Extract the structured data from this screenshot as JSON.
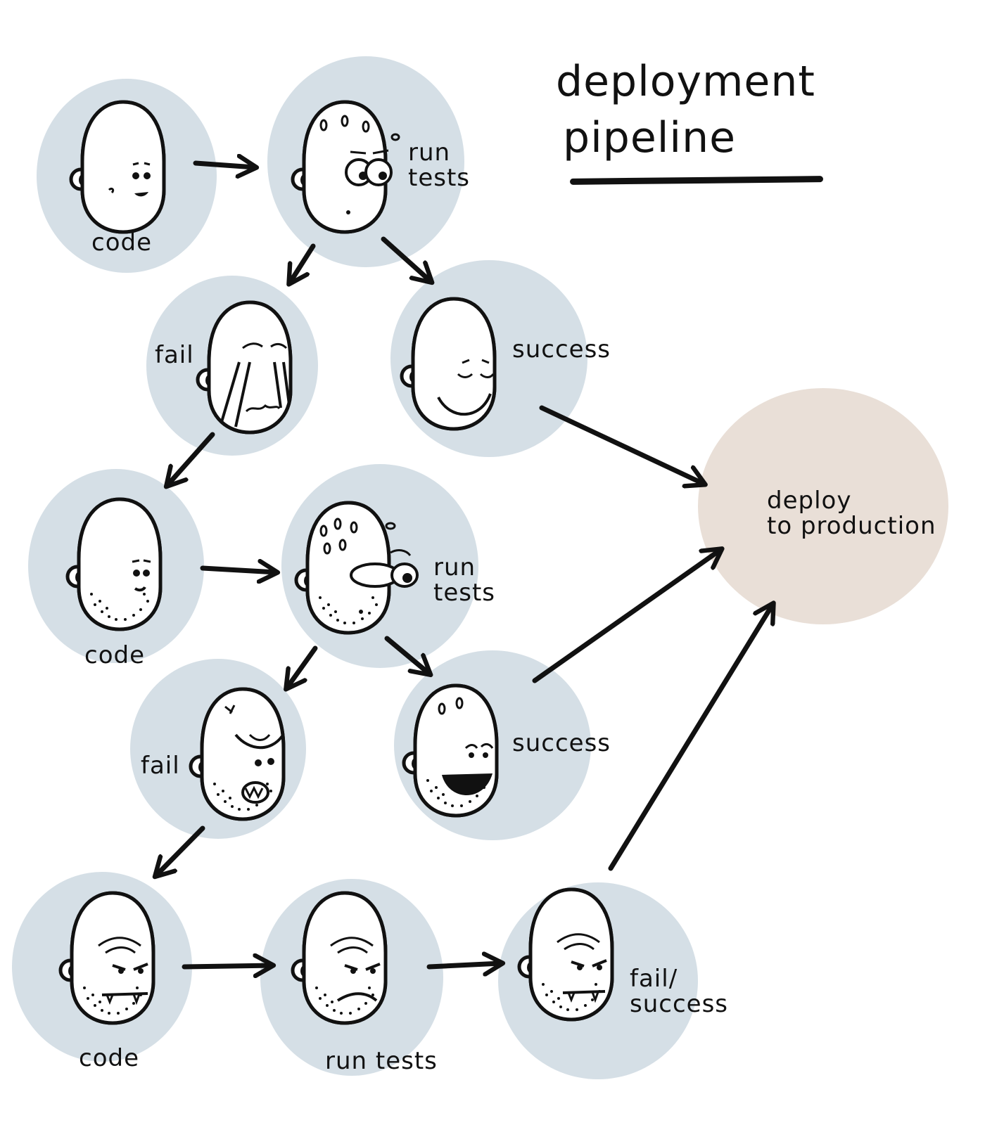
{
  "title": {
    "line1": "deployment",
    "line2": "pipeline"
  },
  "colors": {
    "node_fill": "#d5dfe6",
    "deploy_fill": "#e9dfd7",
    "ink": "#111111",
    "face": "#ffffff"
  },
  "labels": {
    "code_1": "code",
    "run_tests_1": "run\ntests",
    "fail_1": "fail",
    "success_1": "success",
    "deploy": "deploy\nto production",
    "code_2": "code",
    "run_tests_2": "run\ntests",
    "fail_2": "fail",
    "success_2": "success",
    "code_3": "code",
    "run_tests_3": "run tests",
    "fail_success_3": "fail/\nsuccess"
  }
}
